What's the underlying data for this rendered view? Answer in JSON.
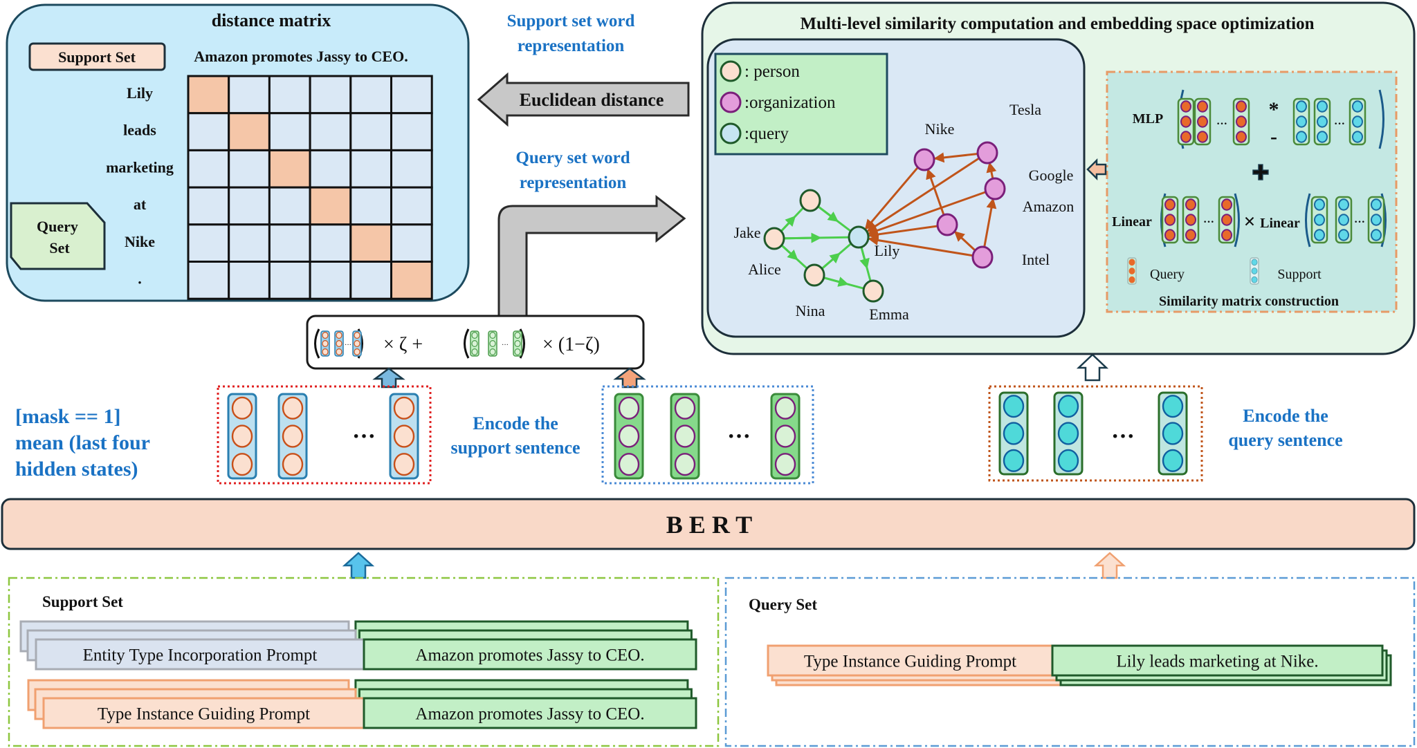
{
  "distance_matrix": {
    "title": "distance matrix",
    "support_label": "Support Set",
    "support_sentence": "Amazon promotes Jassy to CEO.",
    "query_label_line1": "Query",
    "query_label_line2": "Set",
    "row_labels": [
      "Lily",
      "leads",
      "marketing",
      "at",
      "Nike",
      "."
    ],
    "grid_size": 6,
    "highlighted_cells": [
      [
        0,
        0
      ],
      [
        1,
        1
      ],
      [
        2,
        2
      ],
      [
        3,
        3
      ],
      [
        4,
        4
      ],
      [
        5,
        5
      ]
    ],
    "colors": {
      "cell": "#dae8f5",
      "highlight": "#f5c6a8",
      "panel": "#c8ebfa"
    }
  },
  "annotations": {
    "support_rep_line1": "Support set word",
    "support_rep_line2": "representation",
    "euclidean": "Euclidean distance",
    "query_rep_line1": "Query set word",
    "query_rep_line2": "representation",
    "mask_line1": "[mask == 1]",
    "mask_line2": "mean (last four",
    "mask_line3": "hidden states)",
    "encode_support_line1": "Encode the",
    "encode_support_line2": "support sentence",
    "encode_query_line1": "Encode the",
    "encode_query_line2": "query sentence",
    "accent": "#1a72c4"
  },
  "formula": {
    "term1": "× ζ +",
    "term2": "× (1−ζ)",
    "dots": "···"
  },
  "encodings": {
    "dots": "···"
  },
  "similarity": {
    "title": "Multi-level similarity computation and embedding space optimization",
    "legend": [
      {
        "label": ": person",
        "fill": "#fbe0d0"
      },
      {
        "label": ":organization",
        "fill": "#e39ddb"
      },
      {
        "label": ":query",
        "fill": "#c6e5f2"
      }
    ],
    "nodes": [
      {
        "id": "top",
        "label": "",
        "type": "person"
      },
      {
        "id": "jake",
        "label": "Jake",
        "type": "person"
      },
      {
        "id": "lily",
        "label": "Lily",
        "type": "query"
      },
      {
        "id": "nina",
        "label": "Nina",
        "type": "person"
      },
      {
        "id": "emma",
        "label": "Emma",
        "type": "person"
      },
      {
        "id": "nike",
        "label": "Nike",
        "type": "organization"
      },
      {
        "id": "tesla",
        "label": "Tesla",
        "type": "organization"
      },
      {
        "id": "google",
        "label": "Google",
        "type": "organization"
      },
      {
        "id": "amazon",
        "label": "Amazon",
        "type": "organization"
      },
      {
        "id": "intel",
        "label": "Intel",
        "type": "organization"
      }
    ],
    "alice_label": "Alice",
    "person_edges": [
      [
        "jake",
        "top"
      ],
      [
        "top",
        "lily"
      ],
      [
        "jake",
        "lily"
      ],
      [
        "jake",
        "nina"
      ],
      [
        "nina",
        "lily"
      ],
      [
        "nina",
        "emma"
      ],
      [
        "lily",
        "emma"
      ]
    ],
    "org_edges": [
      [
        "lily",
        "nike"
      ],
      [
        "lily",
        "tesla"
      ],
      [
        "lily",
        "google"
      ],
      [
        "lily",
        "amazon"
      ],
      [
        "lily",
        "intel"
      ],
      [
        "nike",
        "tesla"
      ],
      [
        "tesla",
        "google"
      ],
      [
        "google",
        "intel"
      ],
      [
        "nike",
        "amazon"
      ],
      [
        "amazon",
        "intel"
      ]
    ],
    "matrix": {
      "mlp": "MLP",
      "times_star": "*",
      "minus": "-",
      "plus": "✚",
      "linear1": "Linear",
      "cross": "×",
      "linear2": "Linear",
      "dots": "···",
      "legend_query": "Query",
      "legend_support": "Support",
      "caption": "Similarity matrix construction"
    }
  },
  "bert": {
    "label": "B E R T"
  },
  "inputs": {
    "support": {
      "title": "Support Set",
      "rows": [
        {
          "prompt": "Entity Type Incorporation Prompt",
          "sentence": "Amazon promotes Jassy to CEO."
        },
        {
          "prompt": "Type Instance Guiding Prompt",
          "sentence": "Amazon promotes Jassy to CEO."
        }
      ]
    },
    "query": {
      "title": "Query Set",
      "rows": [
        {
          "prompt": "Type Instance Guiding Prompt",
          "sentence": "Lily leads marketing at Nike."
        }
      ]
    }
  }
}
